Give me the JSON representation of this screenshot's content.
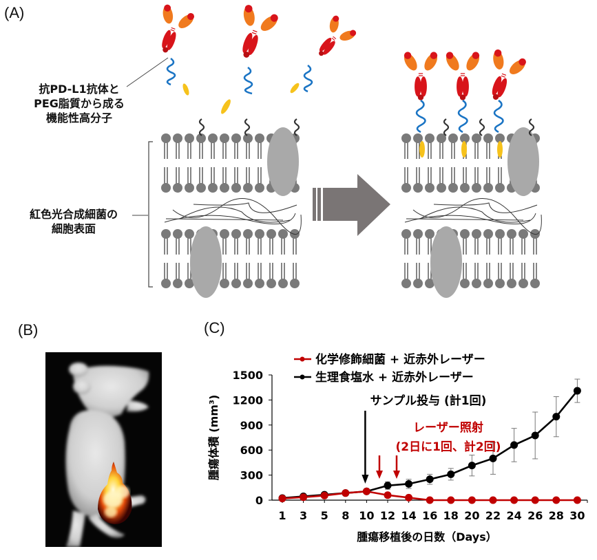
{
  "panel_a": {
    "label": "(A)",
    "molecule_label_lines": [
      "抗PD-L1抗体と",
      "PEG脂質から成る",
      "機能性高分子"
    ],
    "membrane_label_lines": [
      "紅色光合成細菌の",
      "細胞表面"
    ],
    "colors": {
      "antibody_red": "#d8141a",
      "antibody_orange": "#f07a1e",
      "peg_blue": "#1a74c4",
      "lipid_yellow": "#f6c21c",
      "lipid_head": "#7a7a7a",
      "protein": "#a9a9a9",
      "arrow": "#7a7575"
    }
  },
  "panel_b": {
    "label": "(B)",
    "image": "mouse-fluorescence-photo"
  },
  "panel_c": {
    "label": "(C)",
    "annotations": {
      "sample_injection": "サンプル投与 (計1回)",
      "laser_title": "レーザー照射",
      "laser_detail": "(2日に1回、計2回)"
    }
  },
  "chart_data": {
    "type": "line",
    "title": "",
    "xlabel": "腫瘍移植後の日数（Days）",
    "ylabel": "腫瘍体積 (mm³)",
    "ylim": [
      0,
      1500
    ],
    "yticks": [
      0,
      300,
      600,
      900,
      1200,
      1500
    ],
    "categories": [
      "1",
      "3",
      "5",
      "8",
      "10",
      "12",
      "14",
      "16",
      "18",
      "20",
      "22",
      "24",
      "26",
      "28",
      "30"
    ],
    "legend_position": "top",
    "series": [
      {
        "name": "化学修飾細菌 + 近赤外レーザー",
        "color": "#c00000",
        "values": [
          20,
          35,
          55,
          85,
          105,
          60,
          30,
          0,
          0,
          0,
          0,
          0,
          0,
          0,
          0
        ],
        "errors": [
          5,
          5,
          8,
          10,
          12,
          15,
          10,
          0,
          0,
          0,
          0,
          0,
          0,
          0,
          0
        ]
      },
      {
        "name": "生理食塩水 + 近赤外レーザー",
        "color": "#000000",
        "values": [
          25,
          45,
          65,
          85,
          105,
          175,
          195,
          250,
          310,
          415,
          500,
          660,
          775,
          1000,
          1310
        ],
        "errors": [
          5,
          8,
          10,
          12,
          15,
          45,
          55,
          60,
          70,
          125,
          190,
          200,
          280,
          240,
          140
        ]
      }
    ],
    "annotations": [
      {
        "text": "サンプル投与 (計1回)",
        "day_index": 4,
        "color": "#000000"
      },
      {
        "text": "レーザー照射 (2日に1回、計2回)",
        "day_positions": [
          11,
          12.6
        ],
        "color": "#c00000"
      }
    ]
  }
}
